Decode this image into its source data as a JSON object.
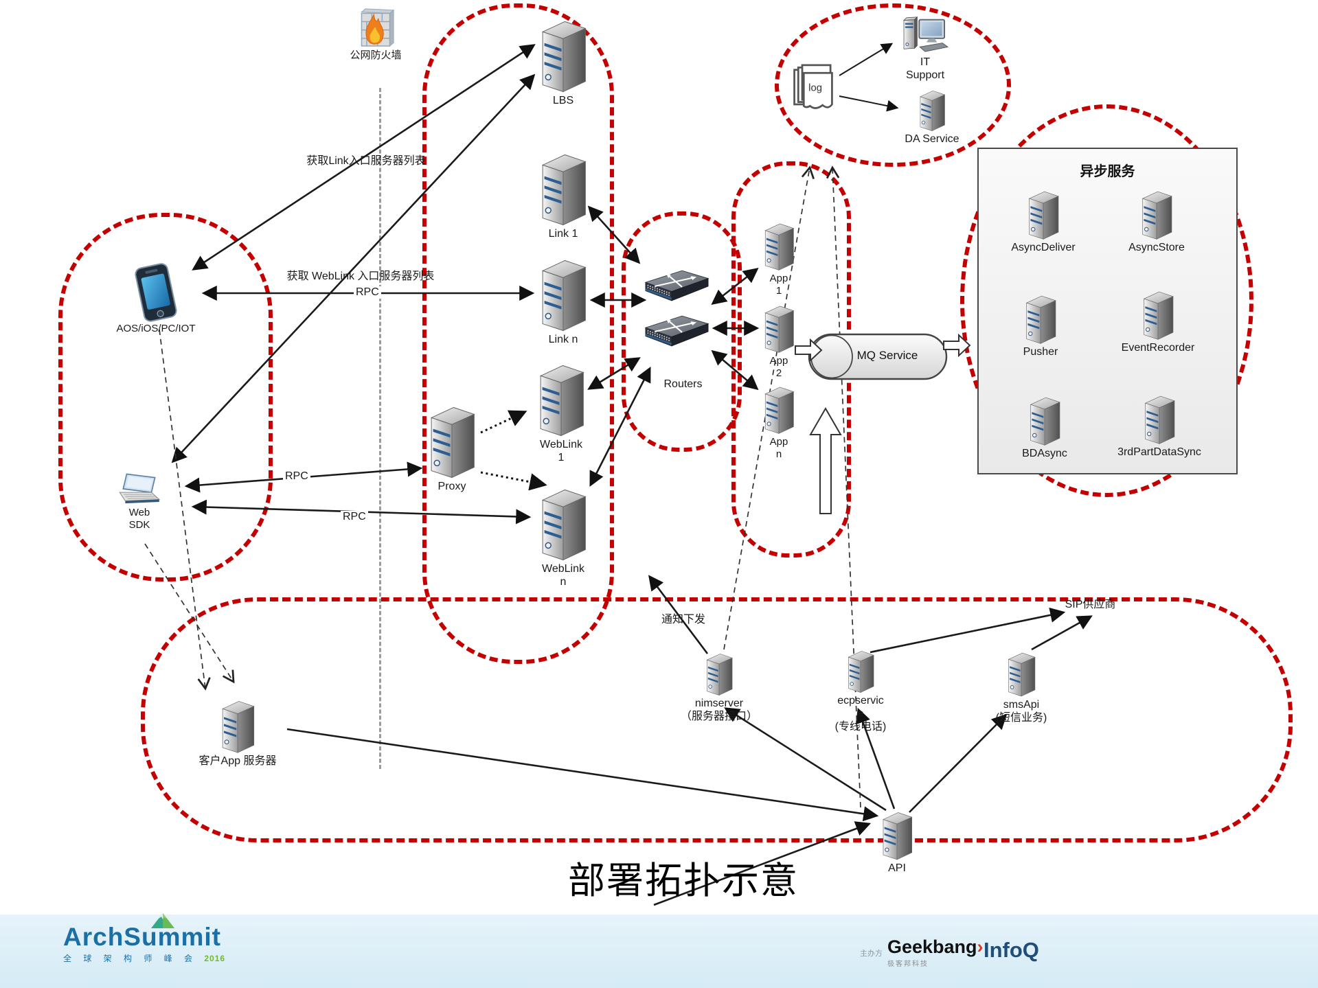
{
  "title": "部署拓扑示意",
  "nodes": {
    "firewall": {
      "label": "公网防火墙"
    },
    "phone": {
      "label": "AOS/iOS/PC/IOT"
    },
    "websdk": {
      "label": "Web\nSDK"
    },
    "lbs": {
      "label": "LBS"
    },
    "link1": {
      "label": "Link 1"
    },
    "linkn": {
      "label": "Link n"
    },
    "weblink1": {
      "label": "WebLink\n1"
    },
    "weblinkn": {
      "label": "WebLink\nn"
    },
    "proxy": {
      "label": "Proxy"
    },
    "routers": {
      "label": "Routers"
    },
    "app1": {
      "label": "App\n1"
    },
    "app2": {
      "label": "App\n2"
    },
    "appn": {
      "label": "App\nn"
    },
    "mq": {
      "label": "MQ Service"
    },
    "log": {
      "label": "log"
    },
    "itsupport": {
      "label": "IT\nSupport"
    },
    "daservice": {
      "label": "DA Service"
    },
    "kehuapp": {
      "label": "客户App 服务器"
    },
    "nimserver": {
      "label": "nimserver\n（服务器接口）"
    },
    "ecpservice": {
      "label": "ecpservic\ne\n(专线电话)"
    },
    "smsapi": {
      "label": "smsApi\n(短信业务)"
    },
    "api": {
      "label": "API"
    }
  },
  "async_box": {
    "title": "异步服务",
    "servers": [
      "AsyncDeliver",
      "AsyncStore",
      "Pusher",
      "EventRecorder",
      "BDAsync",
      "3rdPartDataSync"
    ]
  },
  "edge_labels": {
    "get_link_list": "获取Link入口服务器列表",
    "get_weblink_list": "获取 WebLink 入口服务器列表",
    "rpc_phone_link": "RPC",
    "rpc_web_proxy": "RPC",
    "rpc_web_weblink": "RPC",
    "notify_push": "通知下发",
    "sip_provider": "SIP供应商"
  },
  "footer": {
    "brand": "ArchSummit",
    "tagline": "全 球 架 构 师 峰 会",
    "year": "2016",
    "host_label": "主办方",
    "geekbang": "Geekbang",
    "geekbang_arrow": "›",
    "geekbang_sub": "极客邦科技",
    "infoq": "InfoQ"
  },
  "colors": {
    "group_border": "#c40000",
    "footer_bg": "#ddeef7",
    "brand_blue": "#1a6fa5",
    "brand_green": "#6fb92c",
    "stripe_blue": "#2e5f8f"
  }
}
